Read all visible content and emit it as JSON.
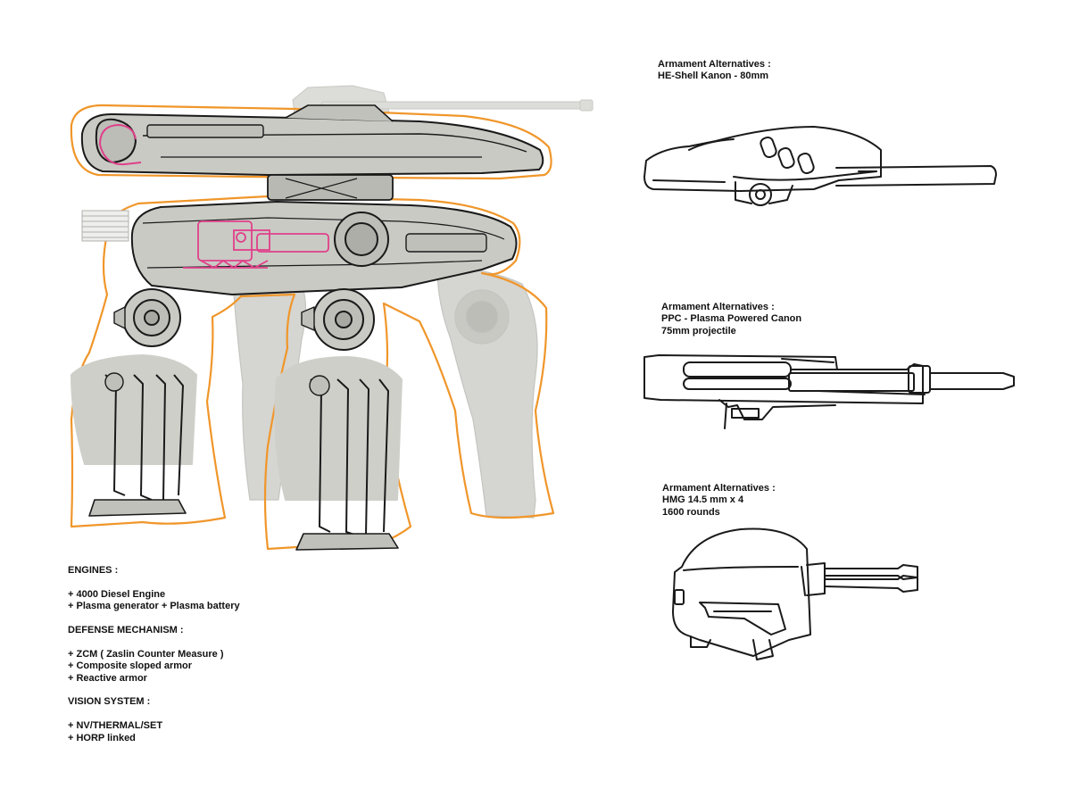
{
  "specs": {
    "engines": {
      "heading": "ENGINES :",
      "items": [
        "+ 4000 Diesel Engine",
        "+ Plasma generator + Plasma battery"
      ]
    },
    "defense": {
      "heading": "DEFENSE MECHANISM :",
      "items": [
        "+ ZCM ( Zaslin Counter Measure )",
        "+ Composite sloped armor",
        "+ Reactive armor"
      ]
    },
    "vision": {
      "heading": "VISION SYSTEM :",
      "items": [
        "+ NV/THERMAL/SET",
        "+ HORP linked"
      ]
    }
  },
  "armaments": [
    {
      "title": "Armament Alternatives :",
      "lines": [
        "HE-Shell Kanon - 80mm"
      ]
    },
    {
      "title": "Armament Alternatives :",
      "lines": [
        "PPC - Plasma Powered Canon",
        "75mm projectile"
      ]
    },
    {
      "title": "Armament Alternatives :",
      "lines": [
        "HMG 14.5 mm x 4",
        "1600 rounds"
      ]
    }
  ],
  "colors": {
    "outline": "#1a1a1a",
    "armor_fill": "#c9cac4",
    "back_leg_fill": "#d4d4d0",
    "highlight_orange": "#f0962a",
    "internal_magenta": "#e0408a",
    "background": "#ffffff"
  }
}
